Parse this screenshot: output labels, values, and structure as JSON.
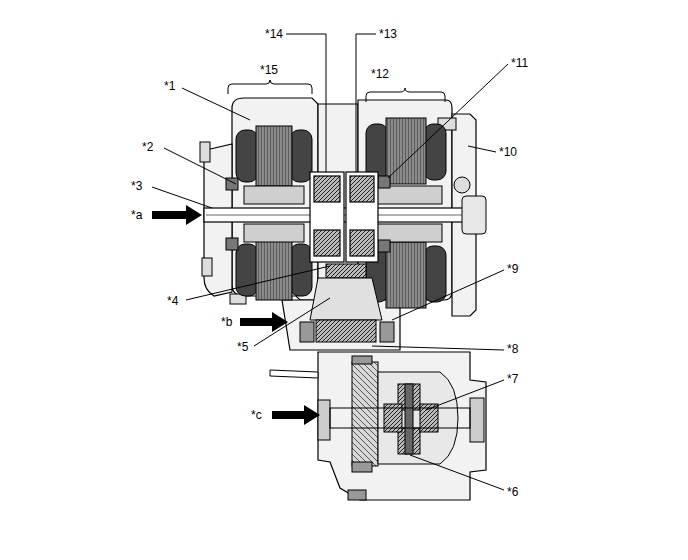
{
  "diagram": {
    "labels": [
      "*1",
      "*2",
      "*3",
      "*a",
      "*4",
      "*5",
      "*b",
      "*14",
      "*15",
      "*13",
      "*12",
      "*11",
      "*10",
      "*9",
      "*8",
      "*7",
      "*c",
      "*6"
    ]
  }
}
